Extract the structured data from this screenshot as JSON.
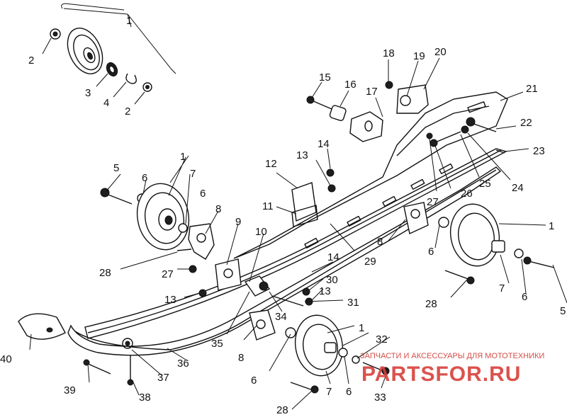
{
  "diagram": {
    "callouts": [
      {
        "id": "c1a",
        "text": "1"
      },
      {
        "id": "c2a",
        "text": "2"
      },
      {
        "id": "c3",
        "text": "3"
      },
      {
        "id": "c4",
        "text": "4"
      },
      {
        "id": "c2b",
        "text": "2"
      },
      {
        "id": "c18",
        "text": "18"
      },
      {
        "id": "c19",
        "text": "19"
      },
      {
        "id": "c20",
        "text": "20"
      },
      {
        "id": "c15",
        "text": "15"
      },
      {
        "id": "c16",
        "text": "16"
      },
      {
        "id": "c17",
        "text": "17"
      },
      {
        "id": "c21",
        "text": "21"
      },
      {
        "id": "c22",
        "text": "22"
      },
      {
        "id": "c23",
        "text": "23"
      },
      {
        "id": "c14a",
        "text": "14"
      },
      {
        "id": "c13a",
        "text": "13"
      },
      {
        "id": "c12",
        "text": "12"
      },
      {
        "id": "c24",
        "text": "24"
      },
      {
        "id": "c25",
        "text": "25"
      },
      {
        "id": "c26",
        "text": "26"
      },
      {
        "id": "c27a",
        "text": "27"
      },
      {
        "id": "c5a",
        "text": "5"
      },
      {
        "id": "c1b",
        "text": "1"
      },
      {
        "id": "c7a",
        "text": "7"
      },
      {
        "id": "c6a",
        "text": "6"
      },
      {
        "id": "c6b",
        "text": "6"
      },
      {
        "id": "c8a",
        "text": "8"
      },
      {
        "id": "c11",
        "text": "11"
      },
      {
        "id": "c9",
        "text": "9"
      },
      {
        "id": "c10",
        "text": "10"
      },
      {
        "id": "c29",
        "text": "29"
      },
      {
        "id": "c8b",
        "text": "8"
      },
      {
        "id": "c1c",
        "text": "1"
      },
      {
        "id": "c6c",
        "text": "6"
      },
      {
        "id": "c28a",
        "text": "28"
      },
      {
        "id": "c27b",
        "text": "27"
      },
      {
        "id": "c14b",
        "text": "14"
      },
      {
        "id": "c30",
        "text": "30"
      },
      {
        "id": "c13b",
        "text": "13"
      },
      {
        "id": "c13c",
        "text": "13"
      },
      {
        "id": "c31",
        "text": "31"
      },
      {
        "id": "c28b",
        "text": "28"
      },
      {
        "id": "c7b",
        "text": "7"
      },
      {
        "id": "c6d",
        "text": "6"
      },
      {
        "id": "c5b",
        "text": "5"
      },
      {
        "id": "c34",
        "text": "34"
      },
      {
        "id": "c35",
        "text": "35"
      },
      {
        "id": "c1d",
        "text": "1"
      },
      {
        "id": "c32",
        "text": "32"
      },
      {
        "id": "c8c",
        "text": "8"
      },
      {
        "id": "c36",
        "text": "36"
      },
      {
        "id": "c40",
        "text": "40"
      },
      {
        "id": "c37",
        "text": "37"
      },
      {
        "id": "c6e",
        "text": "6"
      },
      {
        "id": "c7c",
        "text": "7"
      },
      {
        "id": "c6f",
        "text": "6"
      },
      {
        "id": "c33",
        "text": "33"
      },
      {
        "id": "c39",
        "text": "39"
      },
      {
        "id": "c38",
        "text": "38"
      },
      {
        "id": "c28c",
        "text": "28"
      }
    ]
  },
  "watermark": {
    "caption": "ЗАПЧАСТИ И АКСЕССУАРЫ ДЛЯ МОТОТЕХНИКИ",
    "logo": "PARTSFOR.RU"
  },
  "colors": {
    "line": "#111111",
    "watermark": "#d8403a",
    "background": "#ffffff"
  }
}
